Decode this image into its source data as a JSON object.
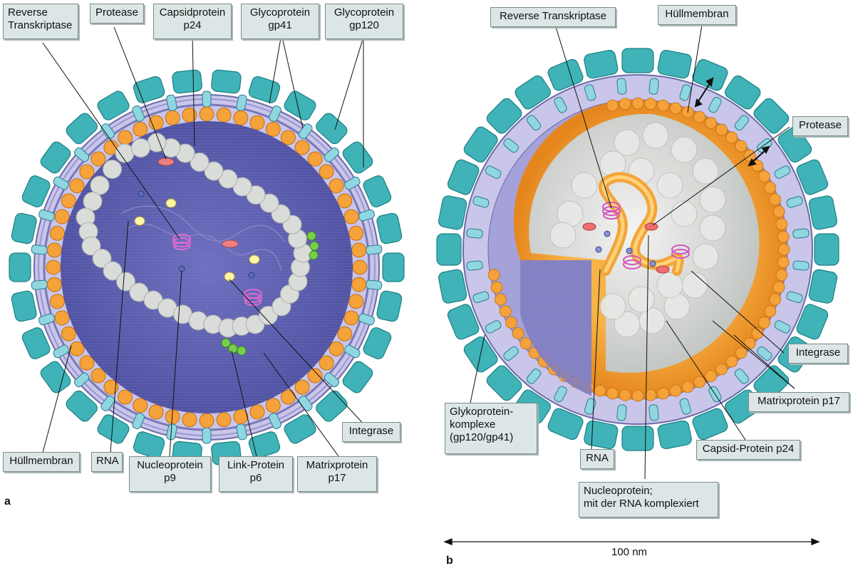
{
  "panel_a": {
    "letter": "a",
    "labels": {
      "reverse_transkriptase": "Reverse\nTranskriptase",
      "protease": "Protease",
      "capsidprotein": "Capsidprotein\np24",
      "glycoprotein_gp41": "Glycoprotein\ngp41",
      "glycoprotein_gp120": "Glycoprotein\ngp120",
      "huellmembran": "Hüllmembran",
      "rna": "RNA",
      "nucleoprotein": "Nucleoprotein\np9",
      "link_protein": "Link-Protein\np6",
      "matrixprotein": "Matrixprotein\np17",
      "integrase": "Integrase"
    }
  },
  "panel_b": {
    "letter": "b",
    "labels": {
      "reverse_transkriptase": "Reverse Transkriptase",
      "huellmembran": "Hüllmembran",
      "protease": "Protease",
      "integrase": "Integrase",
      "matrixprotein": "Matrixprotein p17",
      "capsid_protein": "Capsid-Protein p24",
      "glykoprotein_komplexe": "Glykoprotein-\nkomplexe\n(gp120/gp41)",
      "rna": "RNA",
      "nucleoprotein": "Nucleoprotein;\nmit der RNA komplexiert"
    },
    "scale_bar": "100 nm"
  },
  "colors": {
    "envelope_teal": "#3fb3b8",
    "membrane_lavender": "#b7b3e0",
    "matrix_orange": "#f5a23a",
    "interior_purple": "#5d5fae",
    "capsid_gray": "#d9dcd8",
    "label_fill": "#dde6e6"
  }
}
